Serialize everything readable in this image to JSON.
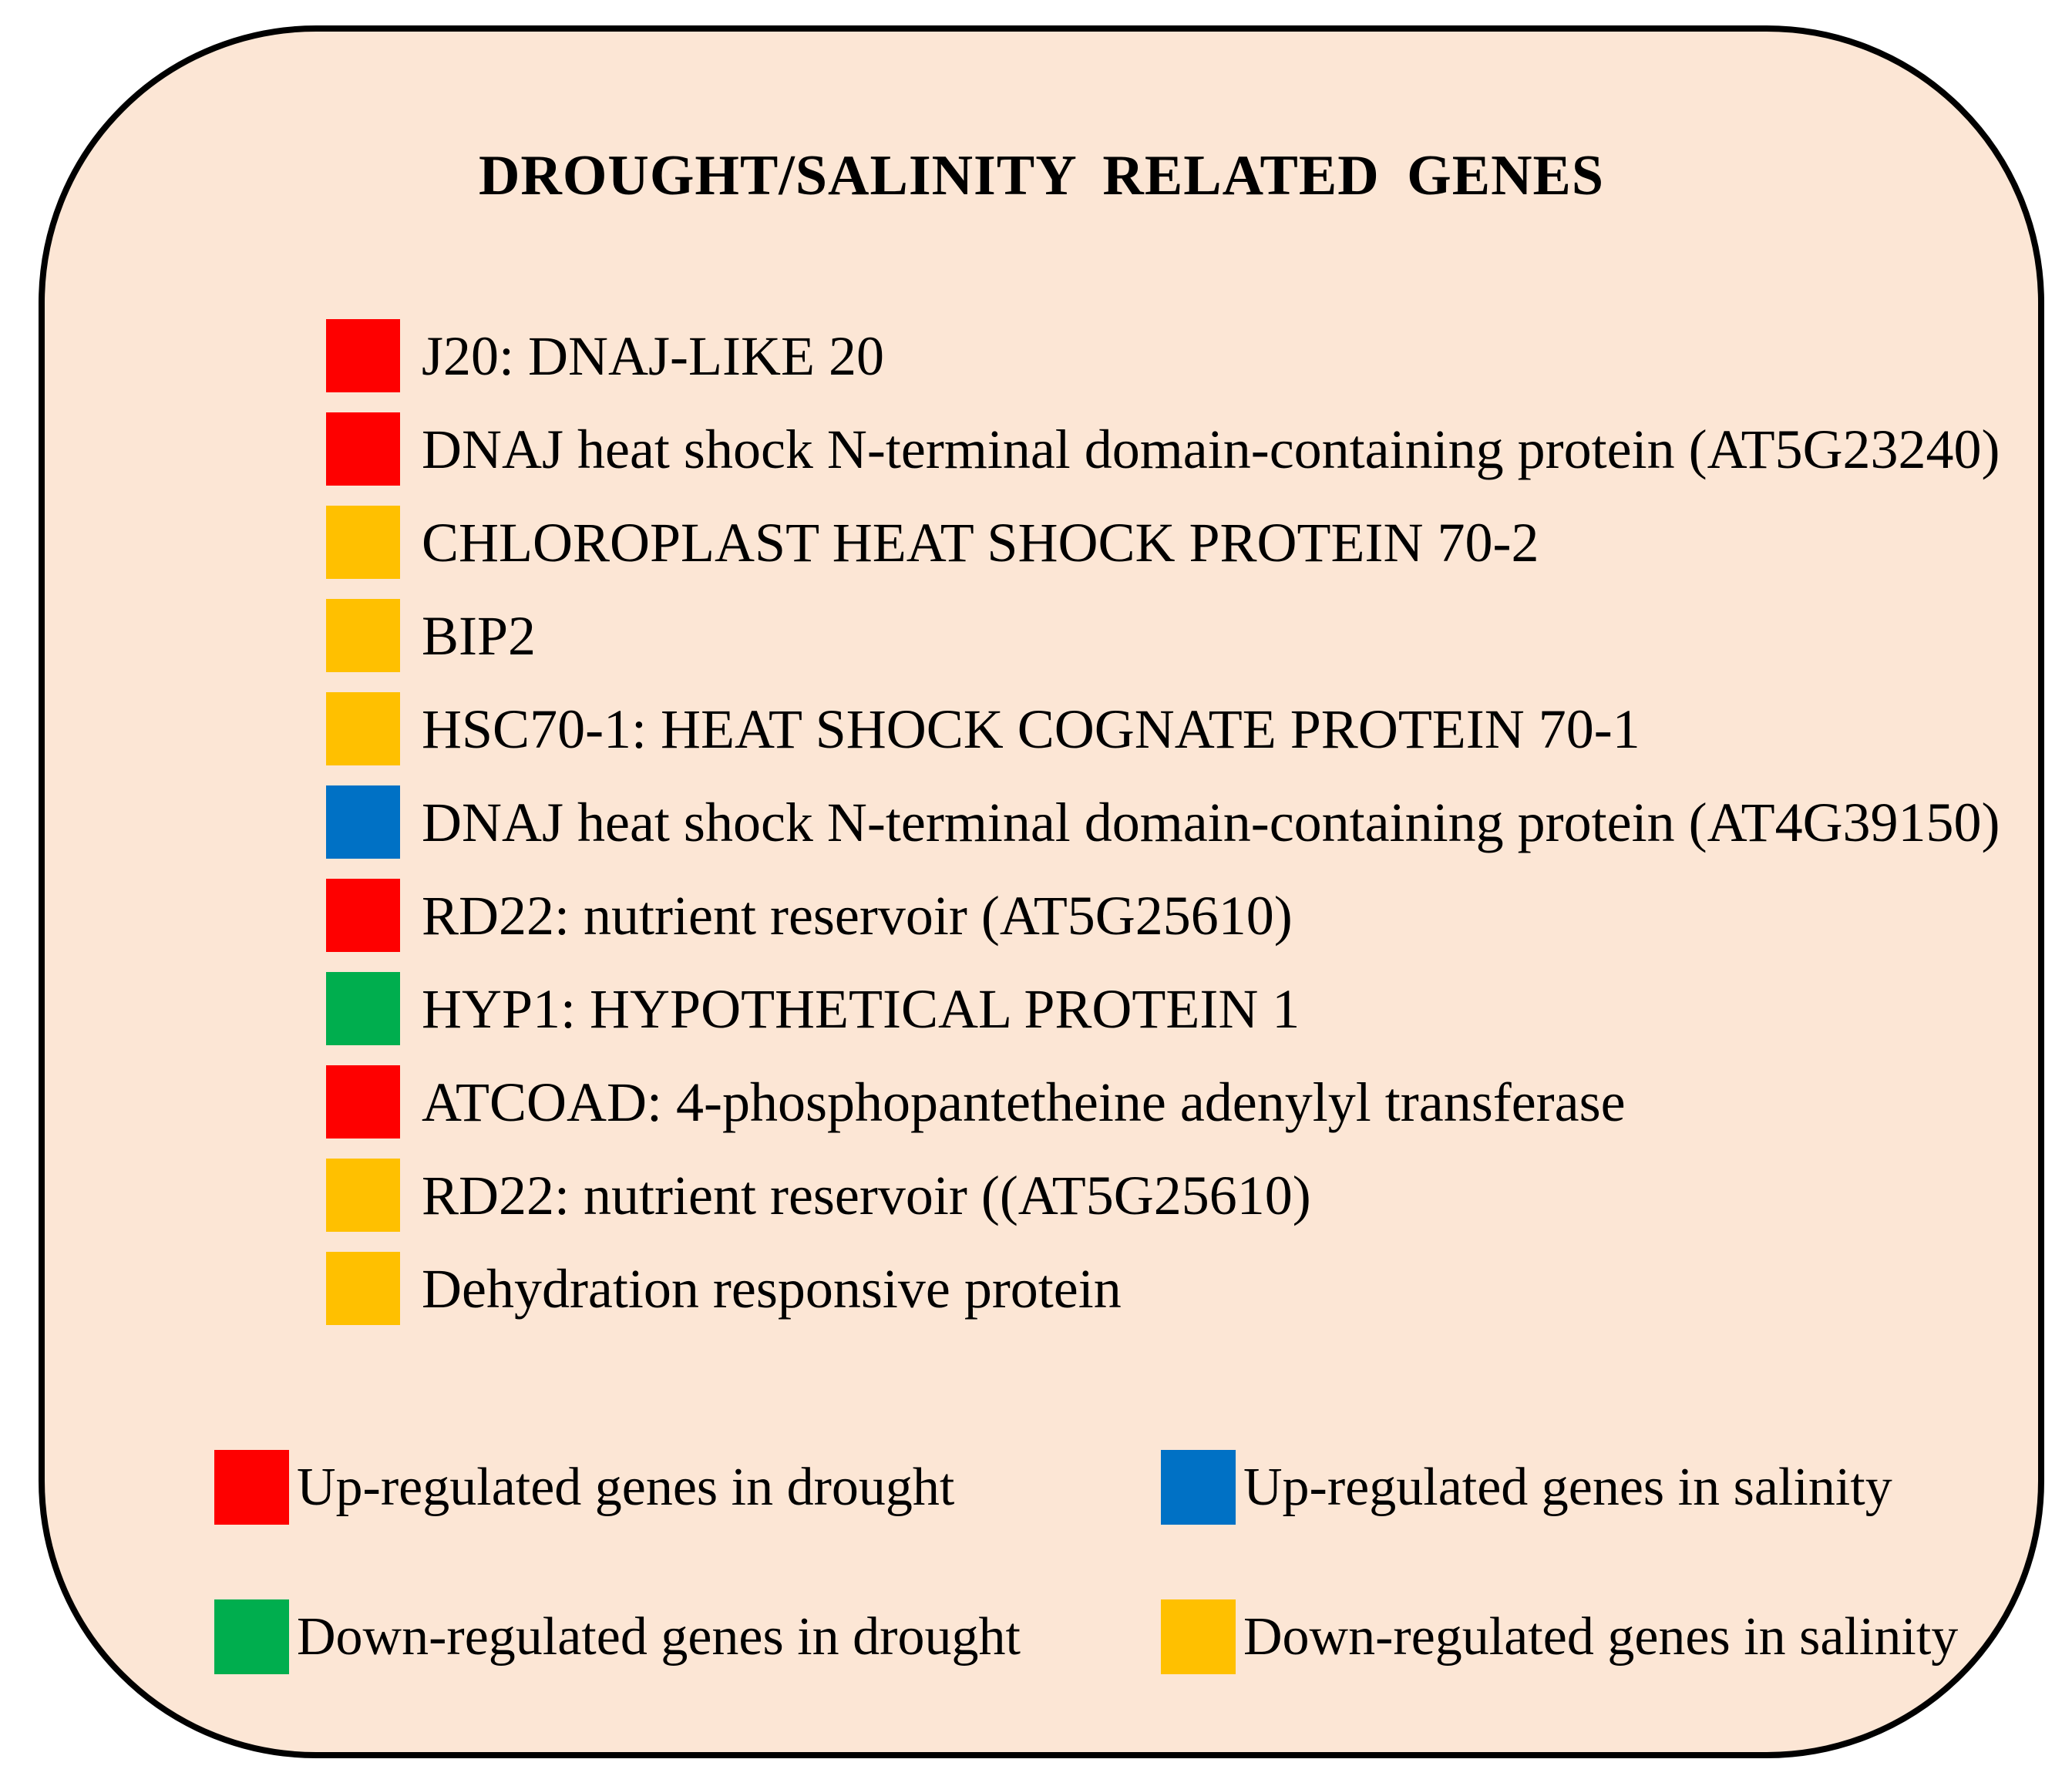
{
  "title": "DROUGHT/SALINITY RELATED GENES",
  "colors": {
    "red": "#FE0000",
    "yellow": "#FFC000",
    "blue": "#0071C5",
    "green": "#00AE4E",
    "panel_bg": "#FCE6D5",
    "panel_border": "#000000"
  },
  "genes": [
    {
      "color": "red",
      "label": "J20: DNAJ-LIKE 20"
    },
    {
      "color": "red",
      "label": "DNAJ heat shock N-terminal domain-containing protein (AT5G23240)"
    },
    {
      "color": "yellow",
      "label": "CHLOROPLAST HEAT SHOCK PROTEIN 70-2"
    },
    {
      "color": "yellow",
      "label": "BIP2"
    },
    {
      "color": "yellow",
      "label": "HSC70-1: HEAT SHOCK COGNATE PROTEIN 70-1"
    },
    {
      "color": "blue",
      "label": "DNAJ heat shock N-terminal domain-containing protein (AT4G39150)"
    },
    {
      "color": "red",
      "label": "RD22: nutrient reservoir (AT5G25610)"
    },
    {
      "color": "green",
      "label": "HYP1: HYPOTHETICAL PROTEIN 1"
    },
    {
      "color": "red",
      "label": "ATCOAD: 4-phosphopantetheine adenylyl transferase"
    },
    {
      "color": "yellow",
      "label": "RD22: nutrient reservoir ((AT5G25610)"
    },
    {
      "color": "yellow",
      "label": "Dehydration responsive protein"
    }
  ],
  "legend": [
    {
      "color": "red",
      "label": "Up-regulated genes in drought"
    },
    {
      "color": "blue",
      "label": "Up-regulated genes in salinity"
    },
    {
      "color": "green",
      "label": "Down-regulated genes in drought"
    },
    {
      "color": "yellow",
      "label": "Down-regulated genes in salinity"
    }
  ]
}
